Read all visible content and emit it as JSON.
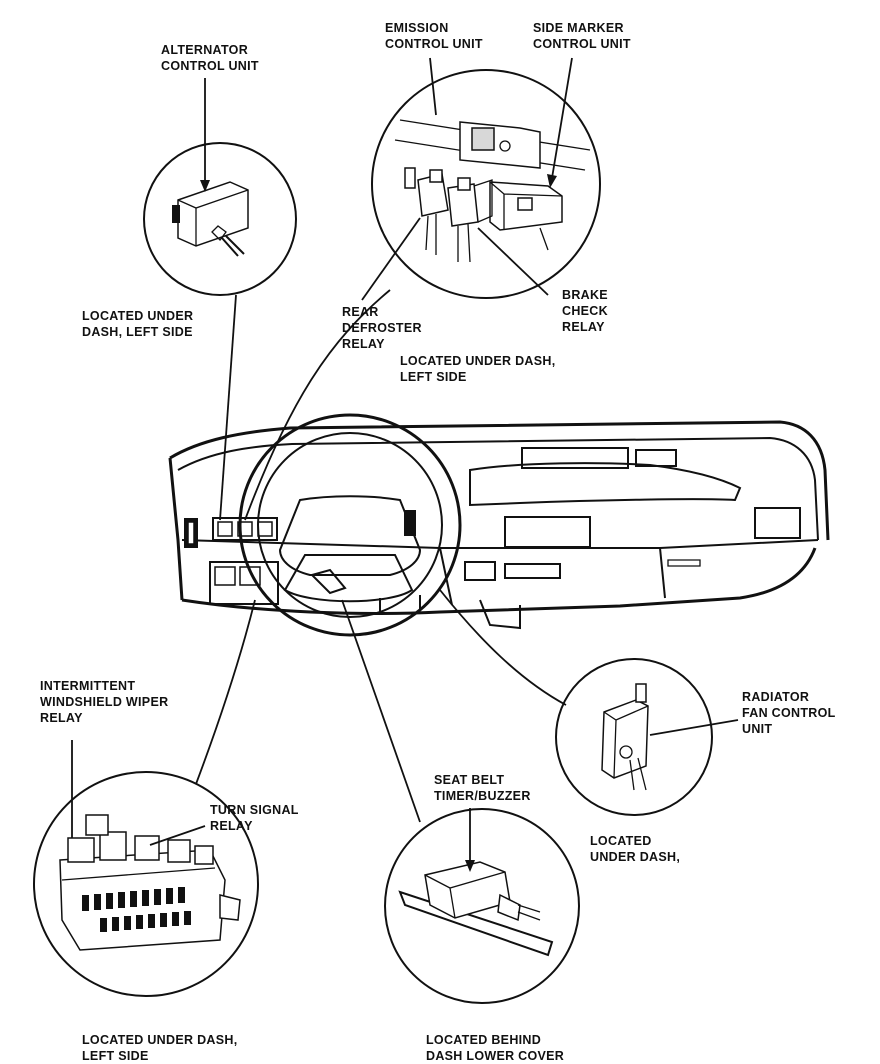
{
  "labels": {
    "alternator": [
      "ALTERNATOR",
      "CONTROL UNIT"
    ],
    "alternator_location": [
      "LOCATED UNDER",
      "DASH, LEFT SIDE"
    ],
    "emission": [
      "EMISSION",
      "CONTROL UNIT"
    ],
    "side_marker": [
      "SIDE MARKER",
      "CONTROL UNIT"
    ],
    "rear_defroster": [
      "REAR",
      "DEFROSTER",
      "RELAY"
    ],
    "brake_check": [
      "BRAKE",
      "CHECK",
      "RELAY"
    ],
    "top_location": [
      "LOCATED UNDER DASH,",
      "LEFT SIDE"
    ],
    "wiper_relay": [
      "INTERMITTENT",
      "WINDSHIELD WIPER",
      "RELAY"
    ],
    "turn_signal": [
      "TURN SIGNAL",
      "RELAY"
    ],
    "bottom_left_location": [
      "LOCATED UNDER DASH,",
      "LEFT SIDE"
    ],
    "radiator_fan": [
      "RADIATOR",
      "FAN CONTROL",
      "UNIT"
    ],
    "radiator_location": [
      "LOCATED",
      "UNDER DASH,"
    ],
    "seat_belt": [
      "SEAT BELT",
      "TIMER/BUZZER"
    ],
    "seat_belt_location": [
      "LOCATED BEHIND",
      "DASH LOWER COVER"
    ]
  }
}
